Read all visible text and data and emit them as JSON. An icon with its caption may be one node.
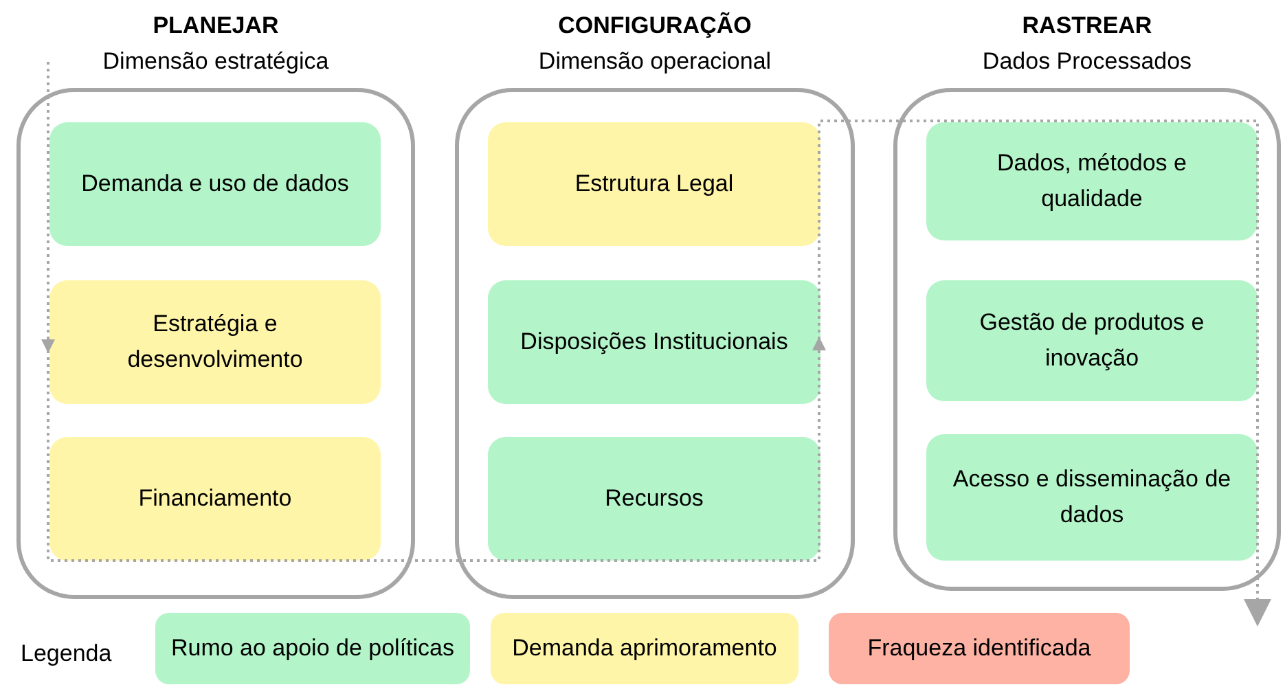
{
  "diagram": {
    "nodes": [
      {
        "text": [
          "PLANEJAR",
          "Dimensão estratégica"
        ]
      },
      {
        "text": [
          "Demanda e uso de dados"
        ],
        "in": 0
      },
      {
        "text": [
          "Estratégia e desenvolvimento"
        ],
        "in": 0
      },
      {
        "text": [
          "Financiamento"
        ],
        "in": 0
      },
      {
        "text": [
          "CONFIGURAÇÃO",
          "Dimensão operacional"
        ]
      },
      {
        "text": [
          "Estrutura Legal"
        ],
        "in": 4
      },
      {
        "text": [
          "Disposições Institucionais"
        ],
        "in": 4
      },
      {
        "text": [
          "Recursos"
        ],
        "in": 4
      },
      {
        "text": [
          "RASTREAR",
          "Dados Processados"
        ]
      },
      {
        "text": [
          "Dados, métodos e qualidade"
        ],
        "in": 8
      },
      {
        "text": [
          "Gestão de produtos e inovação"
        ],
        "in": 8
      },
      {
        "text": [
          "Acesso e disseminação de dados"
        ],
        "in": 8
      }
    ],
    "edges": [],
    "labels": [
      "Legenda"
    ],
    "legend": [
      {
        "text": "Rumo ao apoio de políticas",
        "color": "#b3f5c9"
      },
      {
        "text": "Demanda aprimoramento",
        "color": "#fff5a8"
      },
      {
        "text": "Fraqueza identificada",
        "color": "#fdb2a4"
      }
    ]
  }
}
